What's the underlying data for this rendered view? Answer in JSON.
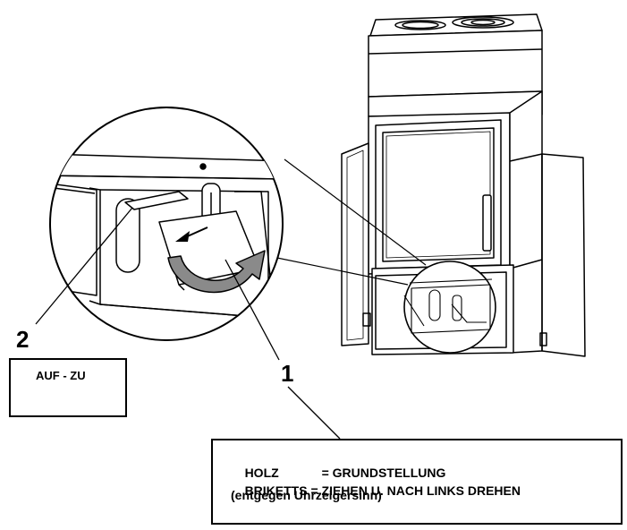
{
  "callouts": {
    "one": "1",
    "two": "2"
  },
  "direction_box": {
    "label": "AUF - ZU"
  },
  "legend": {
    "line1_key": "HOLZ",
    "line1_value": "= GRUNDSTELLUNG",
    "line2_key": "BRIKETTS",
    "line2_value": "= ZIEHEN U. NACH LINKS DREHEN",
    "line3": "(entgegen Uhrzeigersinn)"
  },
  "colors": {
    "ink": "#000000",
    "rotation_arrow": "#8a8a8a",
    "paper": "#ffffff"
  }
}
